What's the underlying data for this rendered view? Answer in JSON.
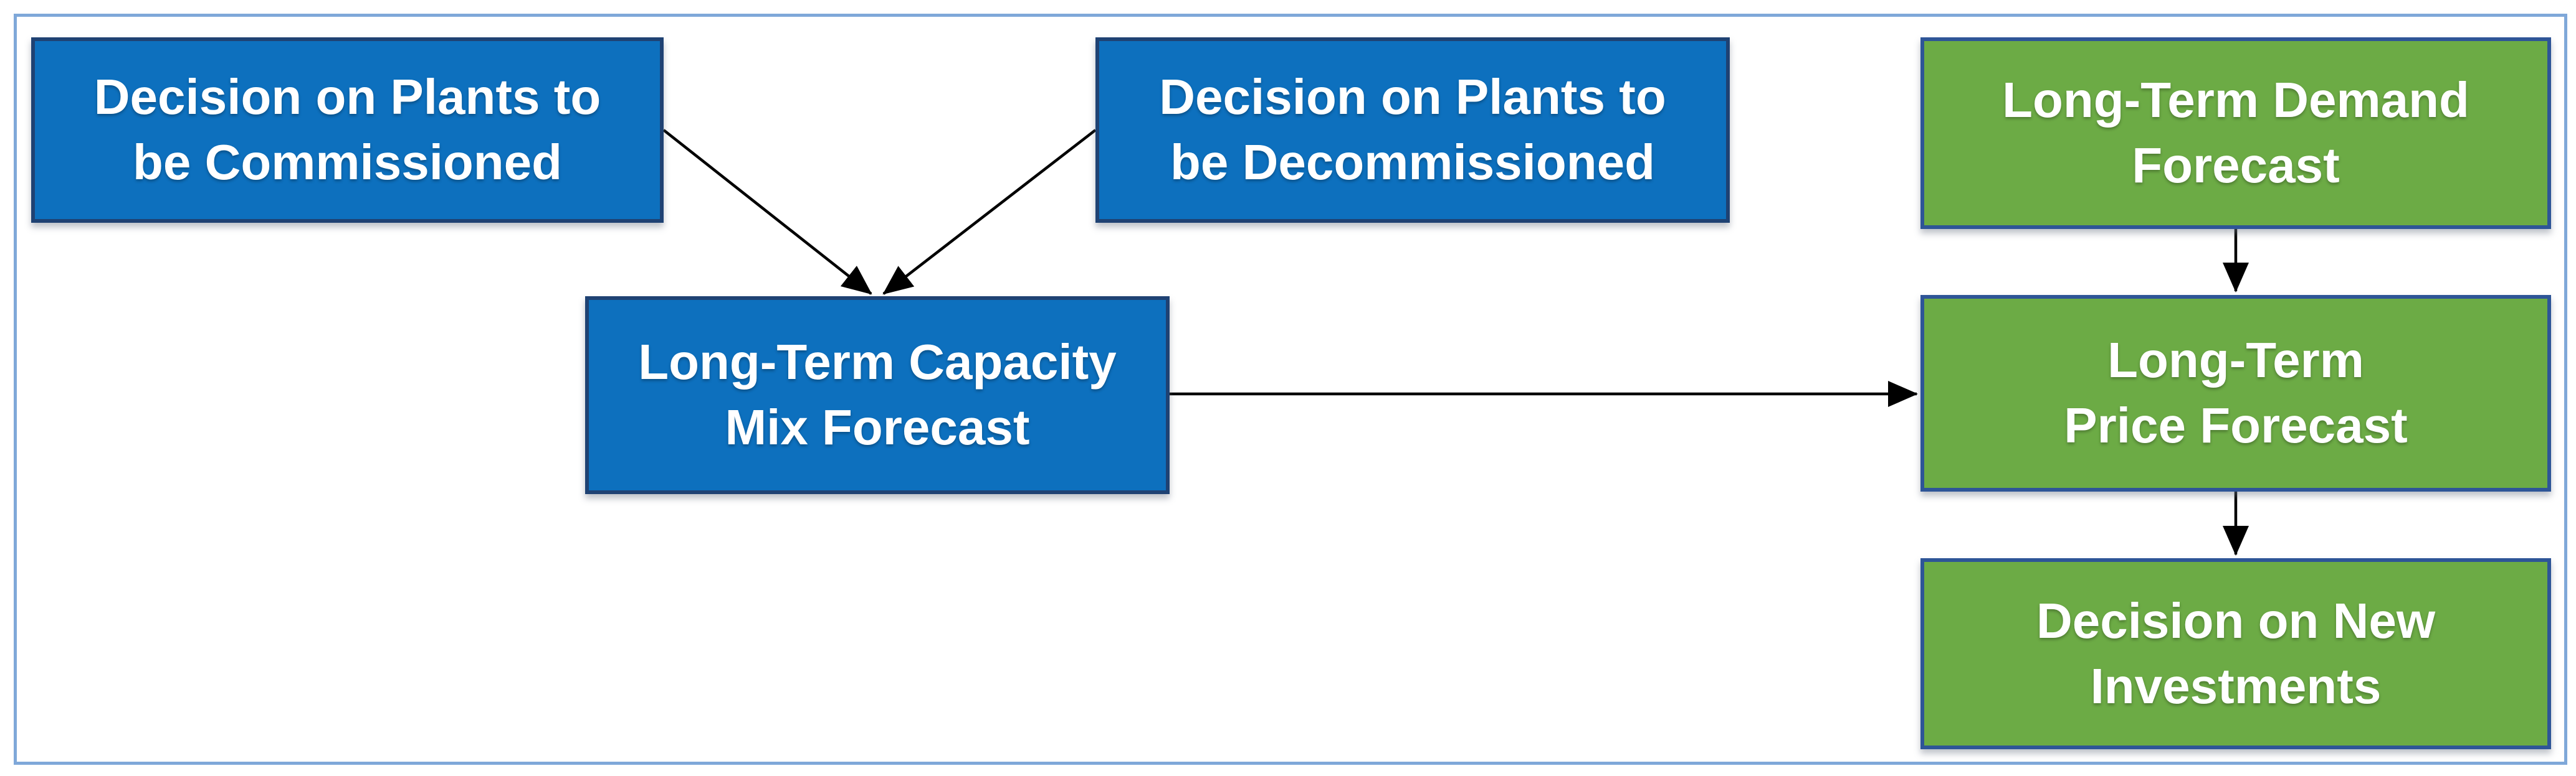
{
  "diagram": {
    "boxes": [
      {
        "id": "plants-to-be-commissioned",
        "color": "blue",
        "lines": [
          "Decision on Plants to",
          "be Commissioned"
        ]
      },
      {
        "id": "plants-to-be-decommissioned",
        "color": "blue",
        "lines": [
          "Decision on Plants to",
          "be Decommissioned"
        ]
      },
      {
        "id": "capacity-mix-forecast",
        "color": "blue",
        "lines": [
          "Long-Term Capacity",
          "Mix Forecast"
        ]
      },
      {
        "id": "demand-forecast",
        "color": "green",
        "lines": [
          "Long-Term Demand",
          "Forecast"
        ]
      },
      {
        "id": "price-forecast",
        "color": "green",
        "lines": [
          "Long-Term",
          "Price Forecast"
        ]
      },
      {
        "id": "new-investments",
        "color": "green",
        "lines": [
          "Decision on New",
          "Investments"
        ]
      }
    ],
    "arrows": [
      {
        "from": "plants-to-be-commissioned",
        "to": "capacity-mix-forecast"
      },
      {
        "from": "plants-to-be-decommissioned",
        "to": "capacity-mix-forecast"
      },
      {
        "from": "capacity-mix-forecast",
        "to": "price-forecast"
      },
      {
        "from": "demand-forecast",
        "to": "price-forecast"
      },
      {
        "from": "price-forecast",
        "to": "new-investments"
      }
    ]
  },
  "colors": {
    "blue_fill": "#0d70be",
    "blue_border": "#1f4273",
    "green_fill": "#6cab45",
    "green_border": "#2e5597",
    "frame_border": "#7fa8d9",
    "arrow": "#000000",
    "text": "#ffffff"
  }
}
